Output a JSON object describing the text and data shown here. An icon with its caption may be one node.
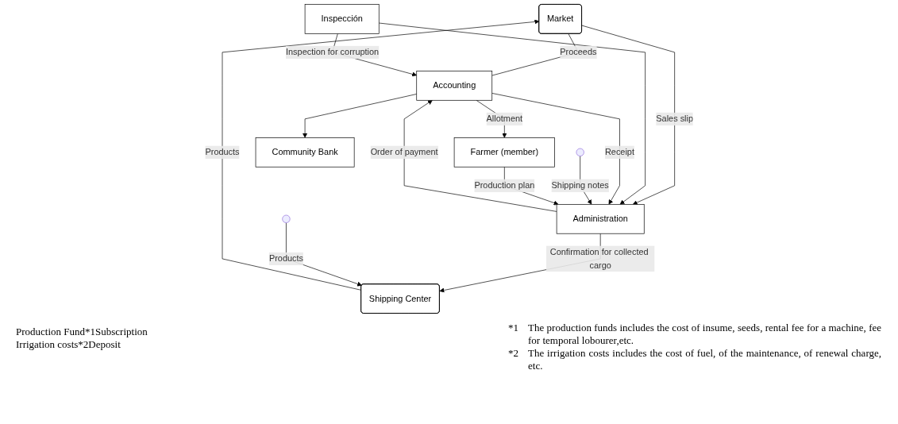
{
  "diagram": {
    "nodes": [
      {
        "text": [
          "Market"
        ]
      },
      {
        "text": [
          "Inspección"
        ]
      },
      {
        "text": [
          "Shipping Center"
        ]
      },
      {
        "text": [
          "Administration"
        ]
      },
      {
        "text": [
          "Accounting"
        ]
      },
      {
        "text": [
          "Farmer (member)"
        ]
      },
      {
        "text": [
          "Community Bank"
        ]
      }
    ],
    "edges": [
      {
        "from": 2,
        "to": 0,
        "arrow": "to",
        "label": "Products"
      },
      {
        "from": 0,
        "to": 4,
        "arrow": "none",
        "label": "Proceeds"
      },
      {
        "from": 0,
        "to": 3,
        "arrow": "to",
        "label": "Sales slip"
      },
      {
        "from": 1,
        "to": 3,
        "arrow": "to"
      },
      {
        "from": 1,
        "to": 4,
        "arrow": "to",
        "label": "Inspection for corruption"
      },
      {
        "from": 3,
        "to": 2,
        "arrow": "to",
        "label": "Confirmation for collected cargo"
      },
      {
        "from": 4,
        "to": 3,
        "arrow": "to",
        "label": "Receipt"
      },
      {
        "from": 3,
        "to": 4,
        "arrow": "to",
        "label": "Order of payment"
      },
      {
        "from": null,
        "to": 3,
        "arrow": "to",
        "label": "Shipping notes"
      },
      {
        "from": null,
        "to": 2,
        "arrow": "to",
        "label": "Products"
      },
      {
        "from": 5,
        "to": 3,
        "arrow": "to",
        "label": "Production plan"
      },
      {
        "from": 4,
        "to": 5,
        "arrow": "to",
        "label": "Allotment"
      },
      {
        "from": 4,
        "to": 6,
        "arrow": "to"
      }
    ],
    "labels": [
      "Production Fund*1Subscription",
      "Irrigation costs*2Deposit",
      "*1",
      "The production funds includes the cost of insume, seeds, rental fee for a machine, fee for temporal lobourer,etc.",
      "*2",
      "The irrigation costs includes the cost of fuel, of the maintenance, of renewal charge, etc."
    ]
  }
}
